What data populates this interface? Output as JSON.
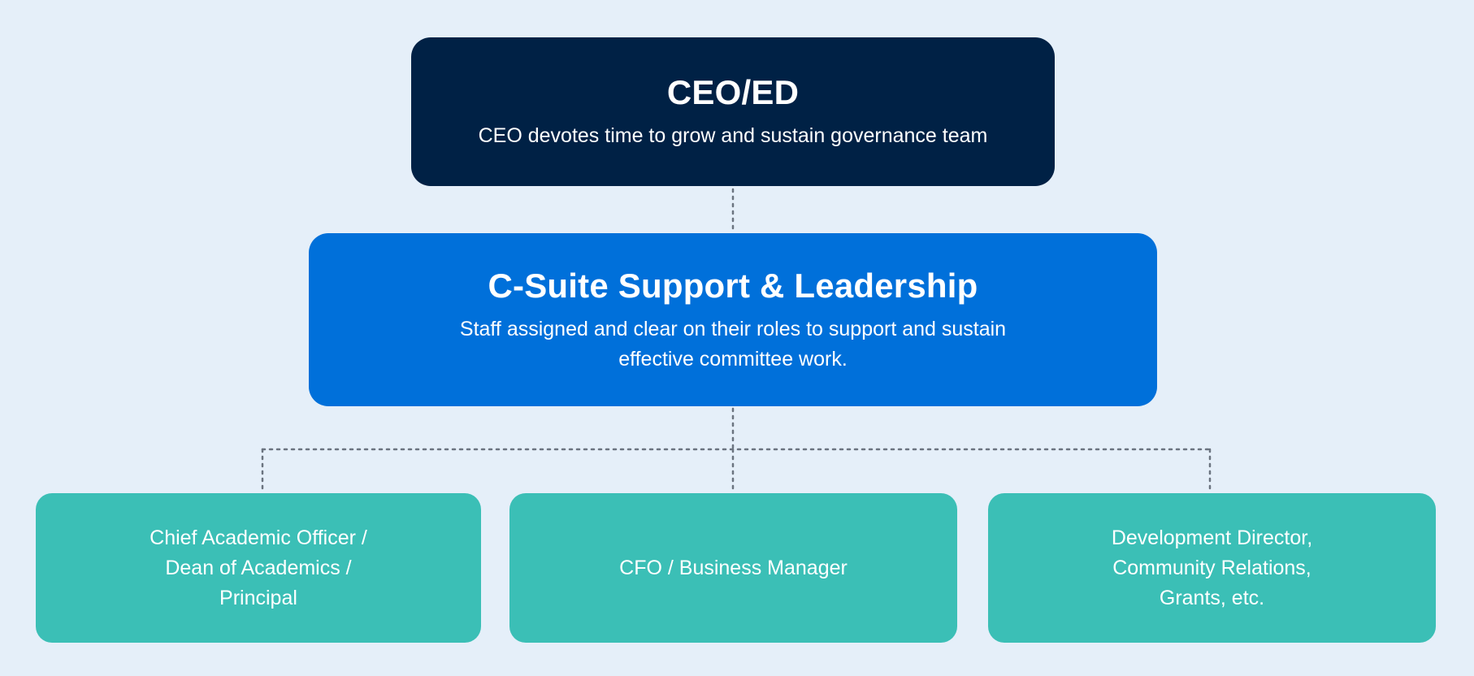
{
  "ceo": {
    "title": "CEO/ED",
    "description": "CEO devotes time to grow and sustain governance team"
  },
  "csuite": {
    "title": "C-Suite Support & Leadership",
    "description": "Staff assigned and clear on their roles to support and sustain\neffective committee work."
  },
  "roles": [
    {
      "label": "Chief Academic Officer /\nDean of Academics /\nPrincipal"
    },
    {
      "label": "CFO / Business Manager"
    },
    {
      "label": "Development Director,\nCommunity Relations,\nGrants, etc."
    }
  ],
  "colors": {
    "background": "#e5eff9",
    "ceo_box": "#002145",
    "csuite_box": "#0070da",
    "role_box": "#3bbfb6",
    "connector": "#6b7480",
    "text": "#ffffff"
  }
}
